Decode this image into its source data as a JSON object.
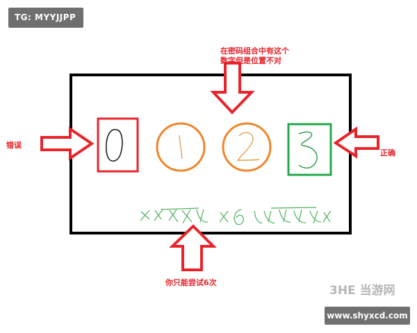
{
  "tag_text": "TG: MYYJJPP",
  "labels": {
    "top": [
      "在密码组合中有这个",
      "数字但是位置不对"
    ],
    "left": "错误",
    "right": "正确",
    "bottom": "你只能尝试6次"
  },
  "colors": {
    "frame": "#000000",
    "arrow": "#e8232a",
    "wrong_box": "#e8232a",
    "circle": "#f0852a",
    "correct_box": "#22a84a",
    "scribble": "#3aa64c"
  },
  "symbols": {
    "wrong": "0",
    "circle_1": "1",
    "circle_2": "2",
    "correct": "3"
  },
  "watermark": {
    "logo": "3HE 当游网",
    "site": "www.shyxcd.com"
  }
}
